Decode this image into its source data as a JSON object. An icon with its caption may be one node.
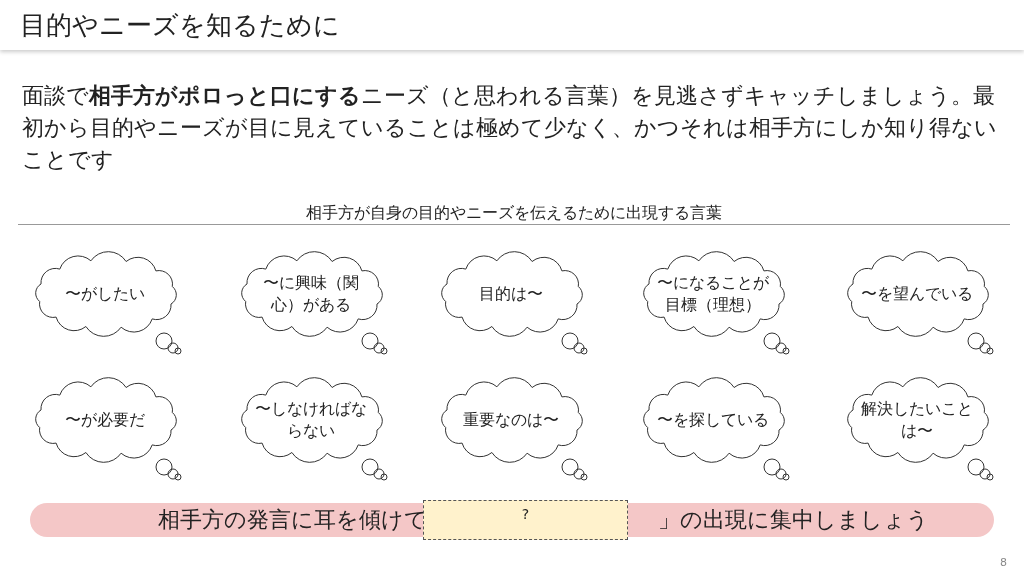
{
  "diagram": {
    "title": "目的やニーズを知るために",
    "nodes": [
      {
        "text": [
          "〜がしたい"
        ]
      },
      {
        "text": [
          "〜に興味（関心）がある"
        ]
      },
      {
        "text": [
          "目的は〜"
        ]
      },
      {
        "text": [
          "〜になることが目標（理想）"
        ]
      },
      {
        "text": [
          "〜を望んでいる"
        ]
      },
      {
        "text": [
          "〜が必要だ"
        ]
      },
      {
        "text": [
          "〜しなければならない"
        ]
      },
      {
        "text": [
          "重要なのは〜"
        ]
      },
      {
        "text": [
          "〜を探している"
        ]
      },
      {
        "text": [
          "解決したいことは〜"
        ]
      },
      {
        "text": [
          "相手方の発言に耳を傾けて",
          "」の出現に集中しましょう"
        ]
      },
      {
        "text": [
          "?"
        ]
      }
    ],
    "edges": [],
    "labels": [
      "面談で**相手方がポロっと口にする**ニーズ（と思われる言葉）を見逃さずキャッチしましょう。最初から目的やニーズが目に見えていることは極めて少なく、かつそれは相手方にしか知り得ないことです",
      "相手方が自身の目的やニーズを伝えるために出現する言葉",
      "8"
    ]
  }
}
